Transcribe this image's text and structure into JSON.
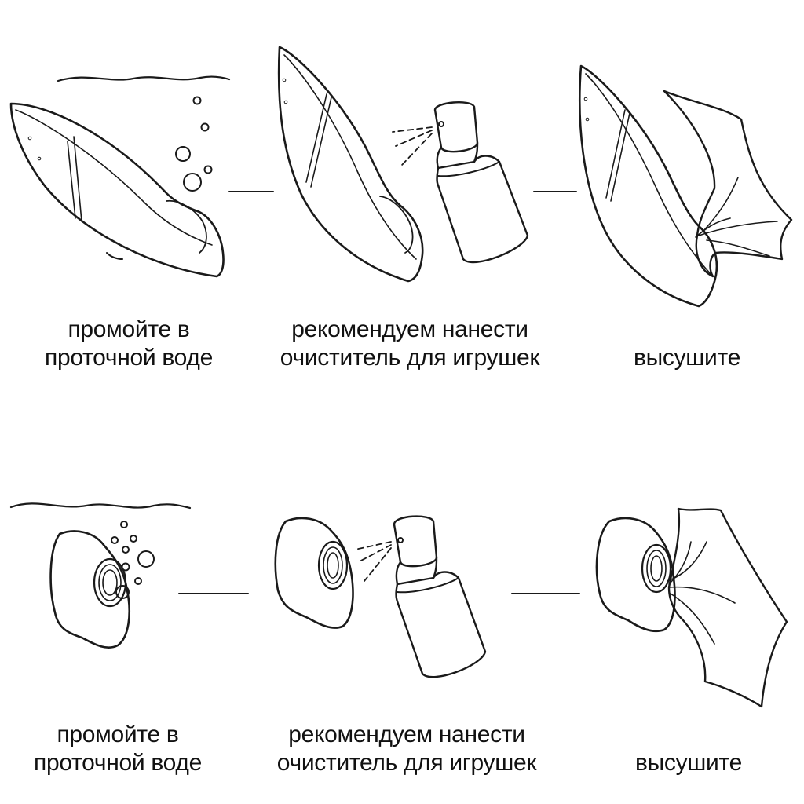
{
  "rows": [
    {
      "steps": [
        {
          "line1": "промойте в",
          "line2": "проточной воде"
        },
        {
          "line1": "рекомендуем нанести",
          "line2": "очиститель для игрушек"
        },
        {
          "line1": "высушите",
          "line2": ""
        }
      ]
    },
    {
      "steps": [
        {
          "line1": "промойте в",
          "line2": "проточной воде"
        },
        {
          "line1": "рекомендуем нанести",
          "line2": "очиститель для игрушек"
        },
        {
          "line1": "высушите",
          "line2": ""
        }
      ]
    }
  ],
  "icons": {
    "device": "device-icon",
    "nozzle": "nozzle-attachment-icon",
    "water": "water-surface-icon",
    "bubbles": "bubbles-icon",
    "spray": "spray-bottle-icon",
    "cloth": "cloth-icon"
  }
}
